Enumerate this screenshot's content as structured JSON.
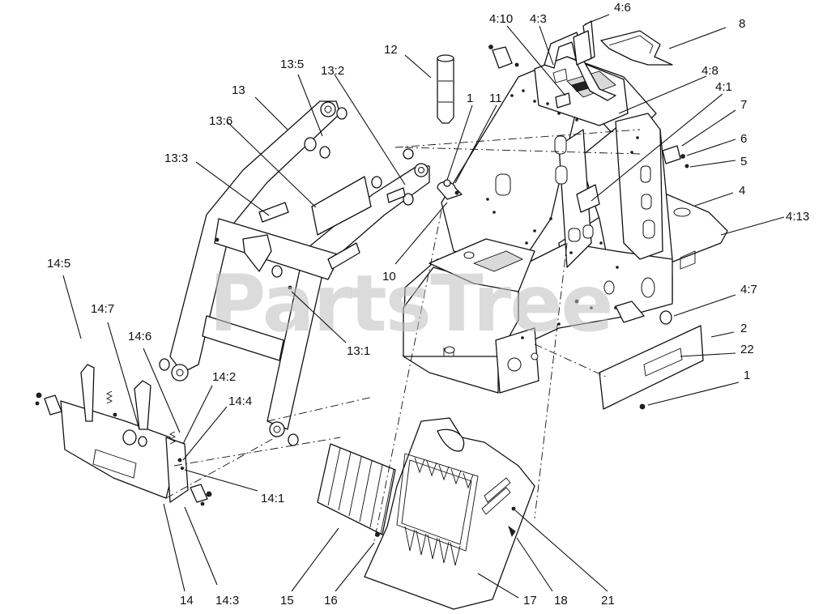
{
  "watermark": {
    "text": "PartsTree"
  },
  "callouts": [
    {
      "id": "c-4-6",
      "text": "4:6"
    },
    {
      "id": "c-4-10",
      "text": "4:10"
    },
    {
      "id": "c-4-3",
      "text": "4:3"
    },
    {
      "id": "c-8",
      "text": "8"
    },
    {
      "id": "c-12",
      "text": "12"
    },
    {
      "id": "c-13-5",
      "text": "13:5"
    },
    {
      "id": "c-13-2",
      "text": "13:2"
    },
    {
      "id": "c-13",
      "text": "13"
    },
    {
      "id": "c-13-6",
      "text": "13:6"
    },
    {
      "id": "c-13-3",
      "text": "13:3"
    },
    {
      "id": "c-1-top",
      "text": "1"
    },
    {
      "id": "c-11",
      "text": "11"
    },
    {
      "id": "c-4-8",
      "text": "4:8"
    },
    {
      "id": "c-4-1",
      "text": "4:1"
    },
    {
      "id": "c-7",
      "text": "7"
    },
    {
      "id": "c-6",
      "text": "6"
    },
    {
      "id": "c-5",
      "text": "5"
    },
    {
      "id": "c-4",
      "text": "4"
    },
    {
      "id": "c-4-13",
      "text": "4:13"
    },
    {
      "id": "c-10",
      "text": "10"
    },
    {
      "id": "c-14-5",
      "text": "14:5"
    },
    {
      "id": "c-14-7",
      "text": "14:7"
    },
    {
      "id": "c-14-6",
      "text": "14:6"
    },
    {
      "id": "c-13-1",
      "text": "13:1"
    },
    {
      "id": "c-4-7",
      "text": "4:7"
    },
    {
      "id": "c-2",
      "text": "2"
    },
    {
      "id": "c-22",
      "text": "22"
    },
    {
      "id": "c-1-right",
      "text": "1"
    },
    {
      "id": "c-14-2",
      "text": "14:2"
    },
    {
      "id": "c-14-4",
      "text": "14:4"
    },
    {
      "id": "c-14-1",
      "text": "14:1"
    },
    {
      "id": "c-14",
      "text": "14"
    },
    {
      "id": "c-14-3",
      "text": "14:3"
    },
    {
      "id": "c-15",
      "text": "15"
    },
    {
      "id": "c-16",
      "text": "16"
    },
    {
      "id": "c-17",
      "text": "17"
    },
    {
      "id": "c-18",
      "text": "18"
    },
    {
      "id": "c-21",
      "text": "21"
    }
  ]
}
